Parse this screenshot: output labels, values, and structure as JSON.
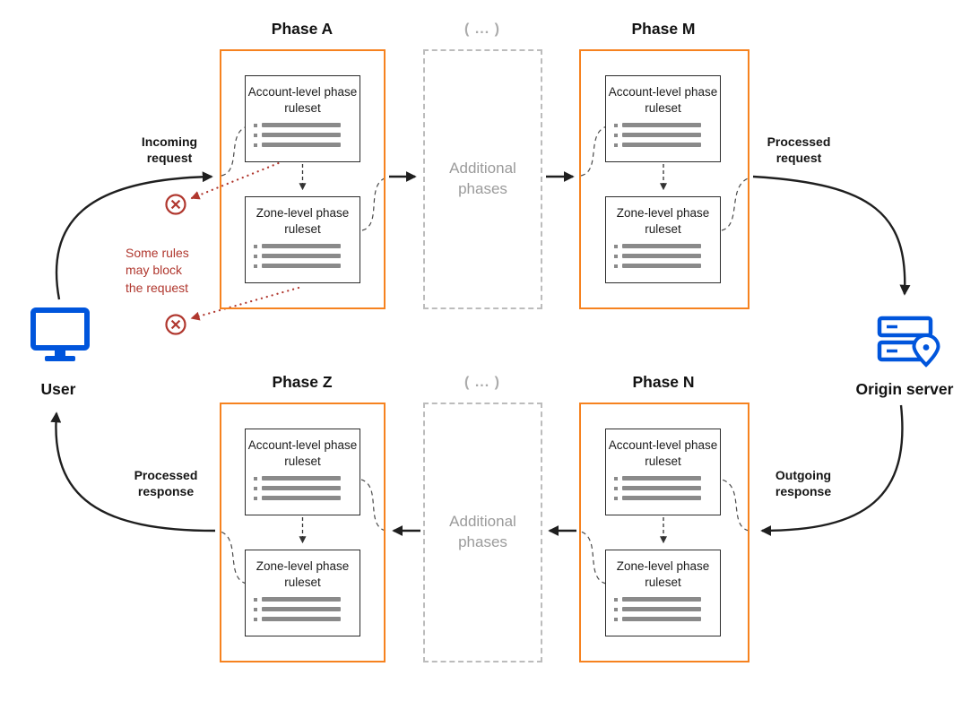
{
  "actors": {
    "user": {
      "label": "User"
    },
    "origin_server": {
      "label": "Origin server"
    }
  },
  "phases": {
    "a": {
      "title": "Phase A"
    },
    "m": {
      "title": "Phase M"
    },
    "n": {
      "title": "Phase N"
    },
    "z": {
      "title": "Phase Z"
    }
  },
  "ruleset_labels": {
    "account": "Account-level phase ruleset",
    "zone": "Zone-level phase ruleset"
  },
  "additional_phases": {
    "ellipsis": "( ... )",
    "label": "Additional phases"
  },
  "flow_labels": {
    "incoming_request": "Incoming request",
    "processed_request": "Processed request",
    "outgoing_response": "Outgoing response",
    "processed_response": "Processed response"
  },
  "annotations": {
    "block_note": "Some rules may block the request"
  },
  "colors": {
    "phase_border_orange": "#f6821f",
    "icon_blue": "#0055dc",
    "alert_red": "#b0372e",
    "muted_gray": "#9b9b9b",
    "arrow_black": "#1f1f1f",
    "list_bar_gray": "#8a8a8a"
  }
}
